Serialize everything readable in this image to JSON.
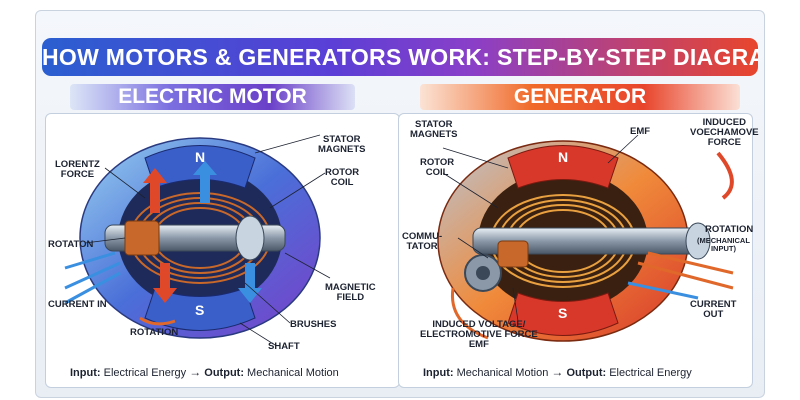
{
  "title": "HOW MOTORS & GENERATORS WORK: STEP-BY-STEP DIAGRAM",
  "motor": {
    "heading": "ELECTRIC MOTOR",
    "pole_n": "N",
    "pole_s": "S",
    "labels": {
      "stator_magnets": [
        "STATOR",
        "MAGNETS"
      ],
      "lorentz_force": [
        "LORENTZ",
        "FORCE"
      ],
      "rotor_coil": [
        "ROTOR",
        "COIL"
      ],
      "rotation_left": "ROTATON",
      "current_in": "CURRENT IN",
      "rotation_bottom": "ROTATION",
      "magnetic_field": [
        "MAGNETIC",
        "FIELD"
      ],
      "brushes": "BRUSHES",
      "shaft": "SHAFT"
    },
    "footer": {
      "input_label": "Input:",
      "input_value": "Electrical Energy",
      "arrow": "→",
      "output_label": "Output:",
      "output_value": "Mechanical Motion"
    }
  },
  "generator": {
    "heading": "GENERATOR",
    "pole_n": "N",
    "pole_s": "S",
    "labels": {
      "stator_magnets": [
        "STATOR",
        "MAGNETS"
      ],
      "emf": "EMF",
      "induced_force": [
        "INDUCED",
        "VOECHAMOVE",
        "FORCE"
      ],
      "rotor_coil": [
        "ROTOR",
        "COIL"
      ],
      "commutator": [
        "COMMU-",
        "TATOR"
      ],
      "rotation": "ROTATION",
      "rotation_sub": [
        "(MECHANICAL",
        "INPUT)"
      ],
      "current_out": [
        "CURRENT",
        "OUT"
      ],
      "induced_voltage": [
        "INDUCED VOLTAGE/",
        "ELECTROMOTIVE FORCE",
        "EMF"
      ]
    },
    "footer": {
      "input_label": "Input:",
      "input_value": "Mechanical Motion",
      "arrow": "→",
      "output_label": "Output:",
      "output_value": "Electrical Energy"
    }
  },
  "colors": {
    "motor_accent": "#6a3fc8",
    "generator_accent": "#e8452c",
    "copper": "#c8682a",
    "magnet_blue": "#3a5fc8",
    "magnet_red": "#d8382a",
    "arrow_blue": "#3a8fe0",
    "arrow_red": "#e0482a"
  }
}
